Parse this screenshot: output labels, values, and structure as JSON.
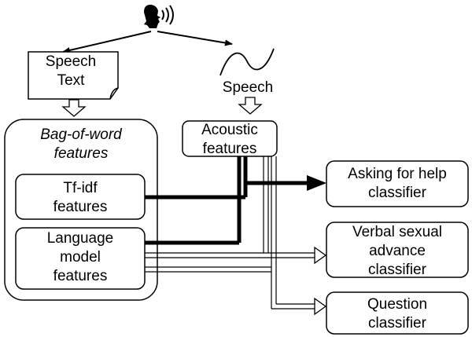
{
  "nodes": {
    "speech_text": [
      "Speech",
      "Text"
    ],
    "speech": "Speech",
    "bag_of_word": [
      "Bag-of-word",
      "features"
    ],
    "tfidf": [
      "Tf-idf",
      "features"
    ],
    "language_model": [
      "Language",
      "model",
      "features"
    ],
    "acoustic": [
      "Acoustic",
      "features"
    ],
    "asking_for_help": [
      "Asking for help",
      "classifier"
    ],
    "verbal_sexual": [
      "Verbal sexual",
      "advance",
      "classifier"
    ],
    "question": [
      "Question",
      "classifier"
    ]
  },
  "icons": {
    "speaker": "speaking-head-icon",
    "waveform": "sine-wave-icon"
  },
  "colors": {
    "line": "#000000",
    "box_fill": "#ffffff"
  }
}
